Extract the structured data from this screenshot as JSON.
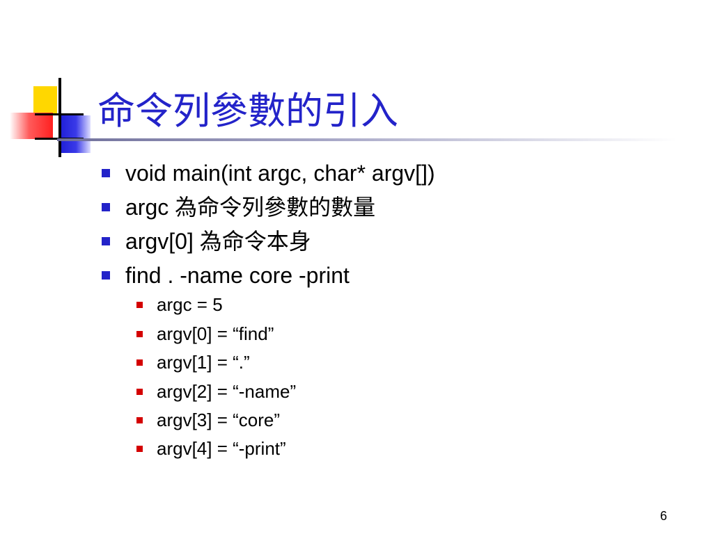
{
  "slide": {
    "title": "命令列參數的引入",
    "bullets": [
      {
        "text": "void main(int argc, char* argv[])",
        "cjk": ""
      },
      {
        "text": "argc ",
        "cjk": "為命令列參數的數量"
      },
      {
        "text": "argv[0] ",
        "cjk": "為命令本身"
      },
      {
        "text": "find . -name core -print",
        "cjk": ""
      }
    ],
    "subbullets": [
      "argc = 5",
      "argv[0] = “find”",
      "argv[1] = “.”",
      "argv[2] = “-name”",
      "argv[3] = “core”",
      "argv[4] = “-print”"
    ],
    "page_number": "6"
  },
  "colors": {
    "title": "#2323c9",
    "level1_bullet": "#2323c9",
    "level2_bullet": "#d40000",
    "accent_yellow": "#ffd700",
    "accent_red": "#ff2020",
    "accent_blue": "#1c1cd6"
  }
}
